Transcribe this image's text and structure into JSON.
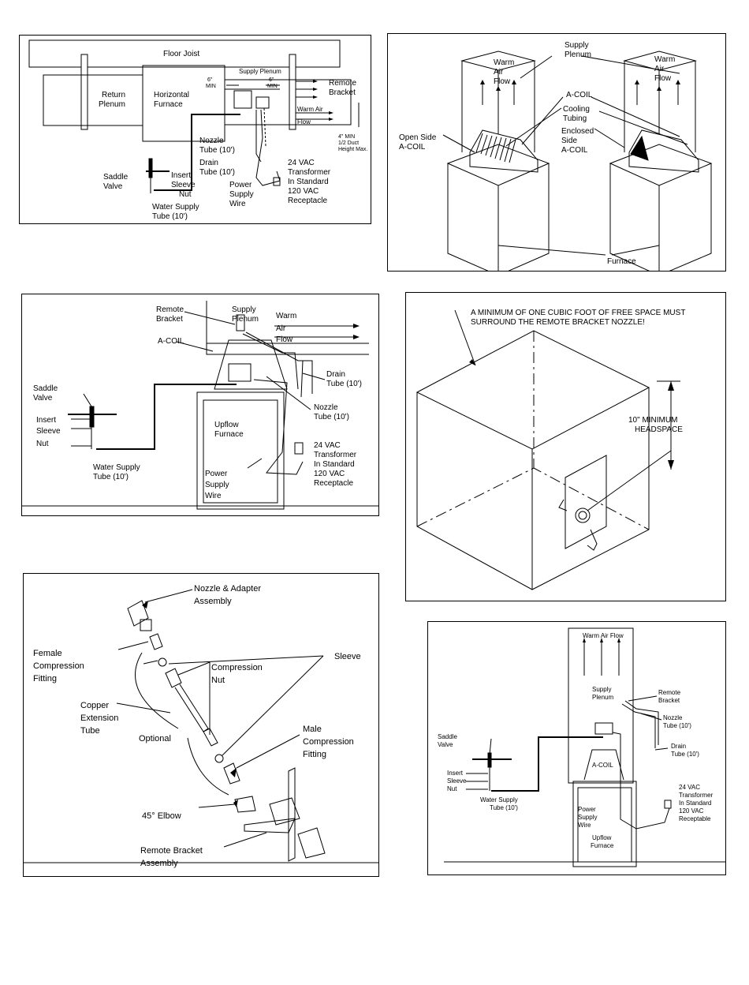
{
  "panel1": {
    "floor_joist": "Floor Joist",
    "supply_plenum": "Supply Plenum",
    "return_plenum": [
      "Return",
      "Plenum"
    ],
    "horizontal_furnace": [
      "Horizontal",
      "Furnace"
    ],
    "min6a": [
      "6\"",
      "MIN"
    ],
    "min6b": [
      "6\"",
      "MIN"
    ],
    "remote_bracket": [
      "Remote",
      "Bracket"
    ],
    "warm_air_flow": [
      "Warm Air",
      "Flow"
    ],
    "duct_note": [
      "4\" MIN",
      "1/2 Duct",
      "Height Max."
    ],
    "nozzle_tube": [
      "Nozzle",
      "Tube (10')"
    ],
    "drain_tube": [
      "Drain",
      "Tube (10')"
    ],
    "power_supply": [
      "Power",
      "Supply",
      "Wire"
    ],
    "transformer": [
      "24 VAC",
      "Transformer",
      "In Standard",
      "120 VAC",
      "Receptacle"
    ],
    "saddle_valve": [
      "Saddle",
      "Valve"
    ],
    "insert": "Insert",
    "sleeve": "Sleeve",
    "nut": "Nut",
    "water_supply": [
      "Water Supply",
      "Tube (10')"
    ]
  },
  "panel2": {
    "supply_plenum": [
      "Supply",
      "Plenum"
    ],
    "warm_air_flow_left": [
      "Warm",
      "Air",
      "Flow"
    ],
    "warm_air_flow_right": [
      "Warm",
      "Air",
      "Flow"
    ],
    "a_coil": "A-COIL",
    "cooling_tubing": [
      "Cooling",
      "Tubing"
    ],
    "enclosed_side": [
      "Enclosed",
      "Side",
      "A-COIL"
    ],
    "open_side": [
      "Open Side",
      "A-COIL"
    ],
    "furnace": "Furnace"
  },
  "panel3": {
    "remote_bracket": [
      "Remote",
      "Bracket"
    ],
    "supply_plenum": [
      "Supply",
      "Plenum"
    ],
    "warm_air_flow": [
      "Warm",
      "Air",
      "Flow"
    ],
    "a_coil": "A-COIL",
    "drain_tube": [
      "Drain",
      "Tube (10')"
    ],
    "saddle_valve": [
      "Saddle",
      "Valve"
    ],
    "insert": "Insert",
    "sleeve": "Sleeve",
    "nut": "Nut",
    "nozzle_tube": [
      "Nozzle",
      "Tube (10')"
    ],
    "upflow_furnace": [
      "Upflow",
      "Furnace"
    ],
    "transformer": [
      "24 VAC",
      "Transformer",
      "In Standard",
      "120 VAC",
      "Receptacle"
    ],
    "water_supply": [
      "Water Supply",
      "Tube (10')"
    ],
    "power_supply": [
      "Power",
      "Supply",
      "Wire"
    ]
  },
  "panel4": {
    "note": [
      "A MINIMUM OF ONE CUBIC FOOT OF FREE SPACE MUST",
      "SURROUND THE REMOTE BRACKET NOZZLE!"
    ],
    "headspace": [
      "10\" MINIMUM",
      "HEADSPACE"
    ]
  },
  "panel5": {
    "nozzle_adapter": [
      "Nozzle & Adapter",
      "Assembly"
    ],
    "female_fitting": [
      "Female",
      "Compression",
      "Fitting"
    ],
    "compression_nut": [
      "Compression",
      "Nut"
    ],
    "sleeve": "Sleeve",
    "copper_tube": [
      "Copper",
      "Extension",
      "Tube"
    ],
    "optional": "Optional",
    "male_fitting": [
      "Male",
      "Compression",
      "Fitting"
    ],
    "elbow": "45° Elbow",
    "remote_bracket": [
      "Remote Bracket",
      "Assembly"
    ]
  },
  "panel6": {
    "warm_air_flow": "Warm Air Flow",
    "supply_plenum": [
      "Supply",
      "Plenum"
    ],
    "remote_bracket": [
      "Remote",
      "Bracket"
    ],
    "nozzle_tube": [
      "Nozzle",
      "Tube (10')"
    ],
    "saddle_valve": [
      "Saddle",
      "Valve"
    ],
    "drain_tube": [
      "Drain",
      "Tube (10')"
    ],
    "a_coil": "A-COIL",
    "insert": "Insert",
    "sleeve": "Sleeve",
    "nut": "Nut",
    "water_supply": [
      "Water Supply",
      "Tube (10')"
    ],
    "power_supply": [
      "Power",
      "Supply",
      "Wire"
    ],
    "upflow_furnace": [
      "Upflow",
      "Furnace"
    ],
    "transformer": [
      "24 VAC",
      "Transformer",
      "In Standard",
      "120 VAC",
      "Receptable"
    ]
  }
}
